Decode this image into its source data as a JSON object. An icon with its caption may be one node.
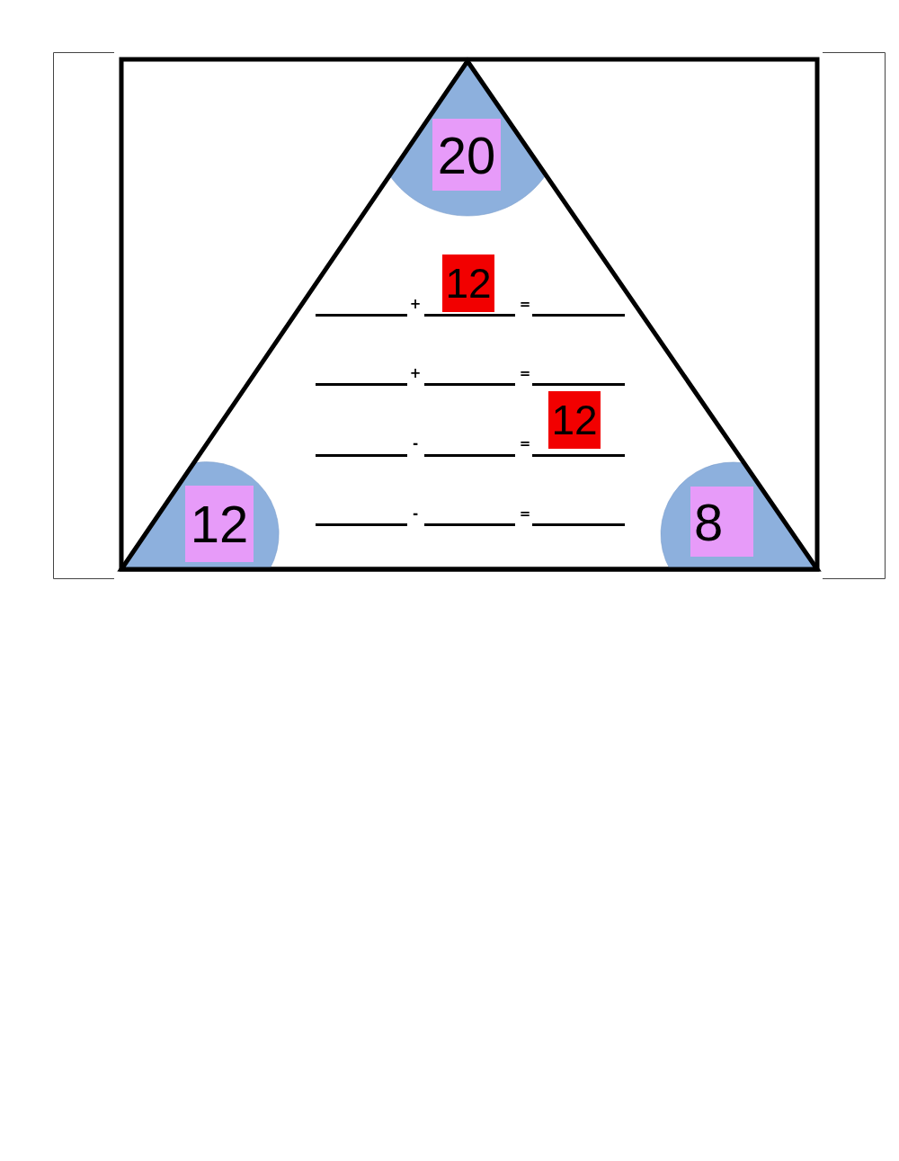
{
  "diagram": {
    "nodes": [
      {
        "text": [],
        "shape": "triangle"
      },
      {
        "text": [
          "20"
        ],
        "in": 0
      },
      {
        "text": [
          "12"
        ],
        "in": 0
      },
      {
        "text": [
          "12"
        ],
        "in": 0
      },
      {
        "text": [
          "12"
        ],
        "in": 0
      },
      {
        "text": [
          "8"
        ],
        "in": 0
      }
    ],
    "labels": [
      "+",
      "=",
      "+",
      "=",
      "-",
      "=",
      "-",
      "="
    ]
  }
}
